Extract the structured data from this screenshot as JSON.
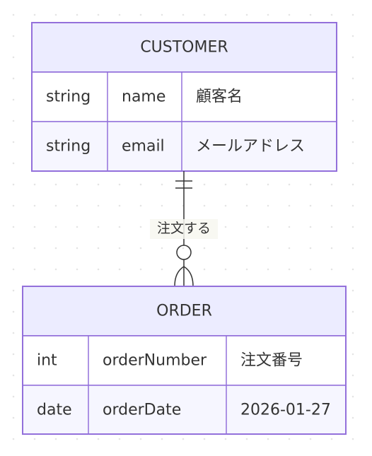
{
  "diagram": {
    "type": "er",
    "entities": [
      {
        "id": "customer",
        "name": "CUSTOMER",
        "attributes": [
          {
            "type": "string",
            "name": "name",
            "comment": "顧客名"
          },
          {
            "type": "string",
            "name": "email",
            "comment": "メールアドレス"
          }
        ]
      },
      {
        "id": "order",
        "name": "ORDER",
        "attributes": [
          {
            "type": "int",
            "name": "orderNumber",
            "comment": "注文番号"
          },
          {
            "type": "date",
            "name": "orderDate",
            "comment": "2026-01-27"
          }
        ]
      }
    ],
    "relationships": [
      {
        "from": "customer",
        "to": "order",
        "label": "注文する",
        "from_cardinality": "exactly-one",
        "to_cardinality": "zero-or-more"
      }
    ],
    "colors": {
      "border": "#9370db",
      "header_fill": "#ececff",
      "row_odd": "#ffffff",
      "row_even": "#f6f6ff",
      "line": "#333333",
      "text": "#333333"
    }
  }
}
